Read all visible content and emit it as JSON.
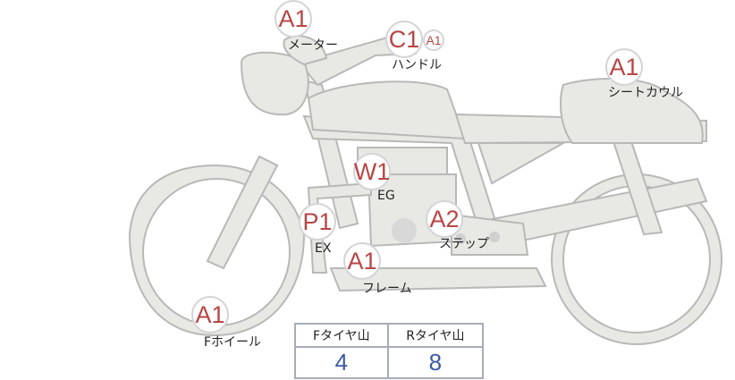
{
  "labels": [
    {
      "id": "meter",
      "grade": "A1",
      "part": "メーター"
    },
    {
      "id": "handle",
      "grade": "C1",
      "grade2": "A1",
      "part": "ハンドル"
    },
    {
      "id": "seat-cowl",
      "grade": "A1",
      "part": "シートカウル"
    },
    {
      "id": "engine",
      "grade": "W1",
      "part": "EG"
    },
    {
      "id": "exhaust",
      "grade": "P1",
      "part": "EX"
    },
    {
      "id": "step",
      "grade": "A2",
      "part": "ステップ"
    },
    {
      "id": "frame",
      "grade": "A1",
      "part": "フレーム"
    },
    {
      "id": "front-wheel",
      "grade": "A1",
      "part": "Fホイール"
    }
  ],
  "tires": {
    "front_label": "Fタイヤ山",
    "front_value": "4",
    "rear_label": "Rタイヤ山",
    "rear_value": "8"
  },
  "colors": {
    "grade": "#b94545",
    "value": "#3a5aa5",
    "body": "#e8e8e4",
    "outline": "#b8b8b8"
  }
}
